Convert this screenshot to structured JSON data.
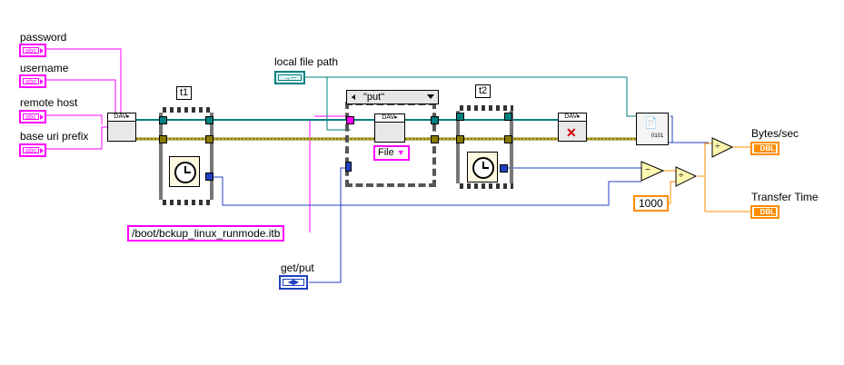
{
  "controls": {
    "password": "password",
    "username": "username",
    "remote_host": "remote host",
    "base_uri_prefix": "base uri prefix",
    "local_file_path": "local file path",
    "get_put": "get/put",
    "string_glyph": "abc",
    "path_glyph": "→─"
  },
  "frames": {
    "t1": "t1",
    "t2": "t2"
  },
  "case_structure": {
    "selector_value": "\"put\"",
    "enum_value": "File"
  },
  "constants": {
    "remote_path": "/boot/bckup_linux_runmode.itb",
    "number": "1000"
  },
  "indicators": {
    "bytes_per_sec": "Bytes/sec",
    "transfer_time": "Transfer Time",
    "dbl_glyph": "DBL"
  },
  "nodes": {
    "webdav_header": "DAV▸",
    "subtract": "−",
    "divide": "÷",
    "binary_glyph": "0101"
  },
  "colors": {
    "string_wire": "#ff00ff",
    "path_wire": "#008080",
    "refnum_wire": "#008080",
    "error_wire": "#c8b400",
    "numeric_wire": "#2040c0",
    "dbl_wire": "#ff8c00"
  }
}
